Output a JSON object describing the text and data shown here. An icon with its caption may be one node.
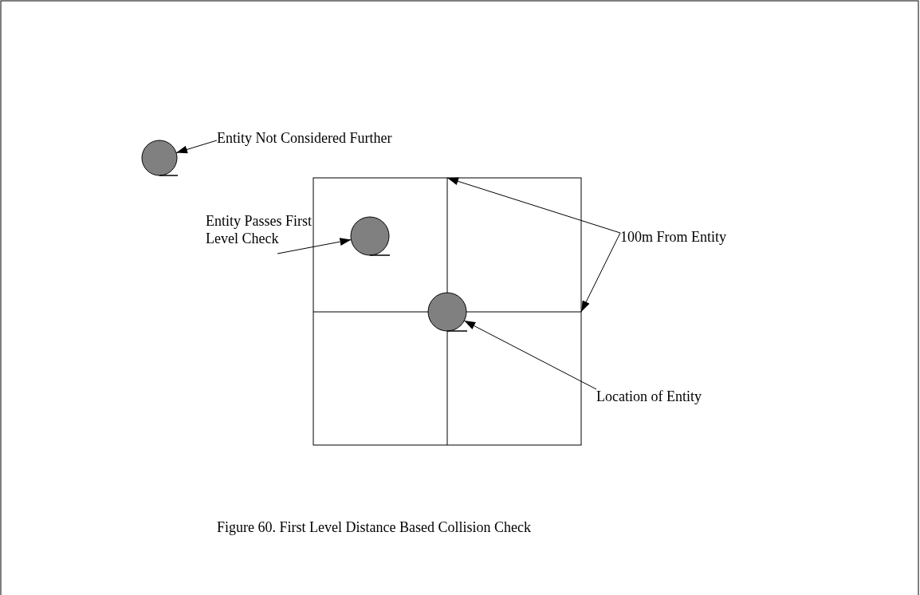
{
  "diagram": {
    "caption": "Figure 60. First Level Distance Based Collision Check",
    "nodes": [
      {
        "text": [
          "Entity Not Considered Further"
        ]
      },
      {
        "text": [],
        "shape": "circle"
      },
      {
        "text": [
          "Entity Passes First Level Check"
        ]
      },
      {
        "text": [],
        "shape": "circle"
      },
      {
        "text": [
          "100m From Entity"
        ]
      },
      {
        "text": [],
        "shape": "circle"
      },
      {
        "text": [
          "Location of Entity"
        ]
      }
    ],
    "edges": [
      {
        "from": 0,
        "to": 1,
        "arrow": "to"
      },
      {
        "from": 2,
        "to": 3,
        "arrow": "to"
      },
      {
        "from": 4,
        "to": null,
        "arrow": "to"
      },
      {
        "from": 4,
        "to": null,
        "arrow": "to"
      },
      {
        "from": 6,
        "to": 5,
        "arrow": "to"
      }
    ]
  }
}
